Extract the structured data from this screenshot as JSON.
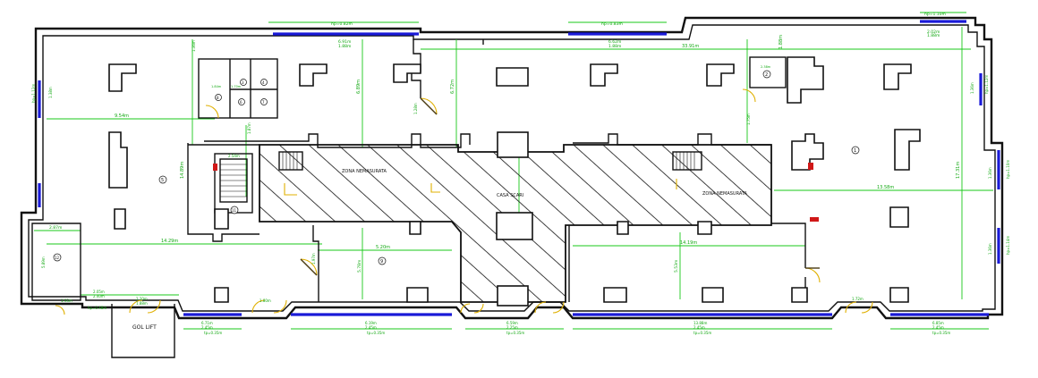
{
  "zones": {
    "zona_left": "ZONA NEMASURATA",
    "zona_right": "ZONA NEMASURATA",
    "casa_scari": "CASA SCARI"
  },
  "gol_lift": "GOL LIFT",
  "room_numbers": {
    "r1": "1",
    "r2": "2",
    "r3": "3",
    "r4": "4",
    "r5": "5",
    "r6": "6",
    "r7": "7",
    "r8": "8",
    "r9": "9",
    "r10": "10",
    "r11": "11",
    "r12": "12"
  },
  "window_labels": {
    "top1": "hp=0.82m",
    "top1b": "6.91m",
    "top1c": "1.88m",
    "top2": "hp=0.83m",
    "top2b": "6.62m",
    "top2c": "1.88m",
    "top3": "hp=1.10m",
    "top3b": "2.02m",
    "top3c": "1.88m",
    "left1": "hp=1.12m",
    "left1b": "1.38m",
    "right1": "hp=1.12m",
    "right1b": "1.36m",
    "right2": "hp=1.10m",
    "right2b": "1.36m",
    "right3": "hp=1.14m",
    "right3b": "1.36m",
    "bot1": "hp=0.48m",
    "bot1b": "2.05m",
    "bot1c": "2.40m",
    "bot2": "tp=0.35m",
    "bot2b": "6.71m",
    "bot2c": "2.45m",
    "bot3": "tp=0.35m",
    "bot3b": "6.19m",
    "bot3c": "2.45m",
    "bot4": "tp=0.35m",
    "bot4b": "6.59m",
    "bot4c": "2.25m",
    "bot5": "tp=0.35m",
    "bot5b": "13.88m",
    "bot5c": "2.45m",
    "bot6": "tp=0.35m",
    "bot6b": "6.85m",
    "bot6c": "2.45m"
  },
  "dimensions": {
    "d_top_span": "33.91m",
    "d_left_room": "9.54m",
    "d_left_vertical": "14.89m",
    "d_center_lower": "14.29m",
    "d_mid_v1": "6.89m",
    "d_mid_v2": "6.72m",
    "d_mid_v3": "1.88m",
    "d_right_h": "13.58m",
    "d_right_v": "17.31m",
    "d_right_low": "14.19m",
    "d_room9_h": "5.20m",
    "d_room9_v": "5.78m",
    "d_room10_v": "5.53m",
    "d_r12_h": "2.87m",
    "d_r12_v": "5.89m",
    "d_stair_h": "2.54m",
    "d_stair_v": "1.87m",
    "d_wc1": "1.70m",
    "d_wc2": "1.84m",
    "d_r2_h": "2.38m",
    "d_lift1": "2.20m",
    "d_lift2": "1.88m",
    "d_v1": "1.36m",
    "d_v2": "1.28m",
    "d_v3": "1.75m",
    "d_v4": "1.97m",
    "d_door1": "1.80m",
    "d_door2": "1.72m",
    "d_door3": "1.93m"
  }
}
